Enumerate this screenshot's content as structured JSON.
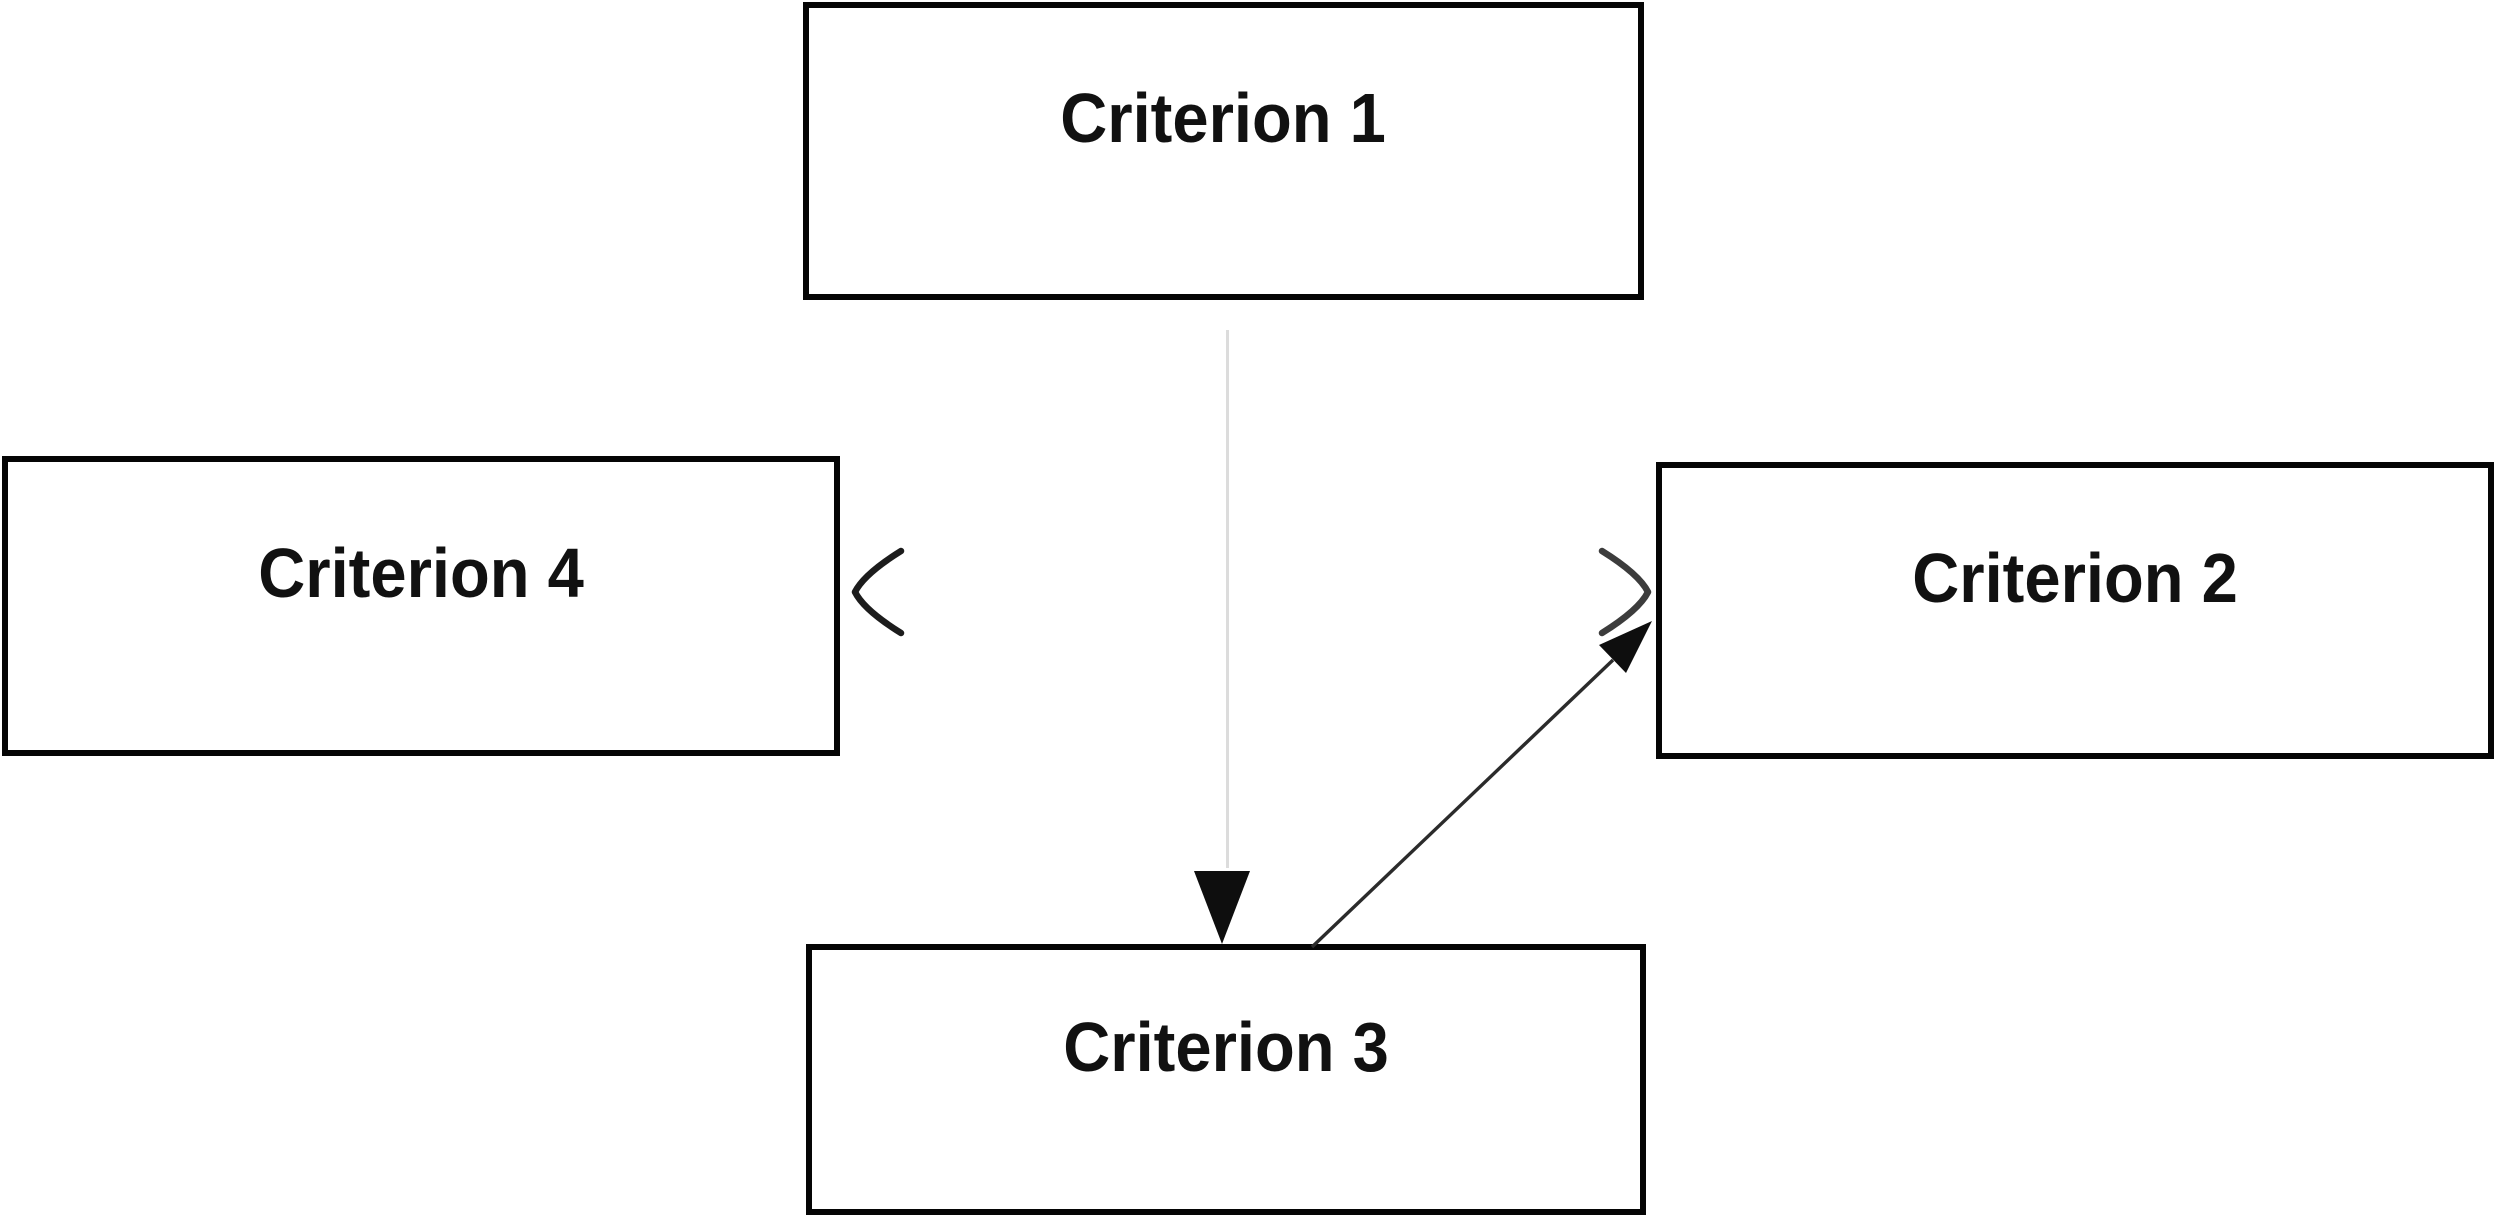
{
  "diagram": {
    "nodes": [
      {
        "id": "criterion-1",
        "label": "Criterion 1"
      },
      {
        "id": "criterion-2",
        "label": "Criterion 2"
      },
      {
        "id": "criterion-3",
        "label": "Criterion 3"
      },
      {
        "id": "criterion-4",
        "label": "Criterion 4"
      }
    ],
    "edges": [
      {
        "id": "edge-1-to-3",
        "from": "Criterion 1",
        "to": "Criterion 3",
        "direction": "one-way",
        "arrowhead": "filled-triangle",
        "line_style": "solid"
      },
      {
        "id": "edge-4-to-2",
        "from": "Criterion 4",
        "to": "Criterion 2",
        "direction": "two-way",
        "arrowhead": "open-chevron",
        "line_style": "solid"
      },
      {
        "id": "edge-3-to-2",
        "from": "Criterion 3",
        "to": "Criterion 2",
        "direction": "one-way",
        "arrowhead": "filled-triangle",
        "line_style": "solid"
      }
    ],
    "colors": {
      "background": "#ffffff",
      "node_fill": "#ffffff",
      "node_border": "#050505",
      "label_text": "#111111",
      "arrow_dark": "#1a1a1a",
      "arrow_gray": "#6e6e6e",
      "arrow_light_shadow": "#d8d8d8"
    }
  }
}
